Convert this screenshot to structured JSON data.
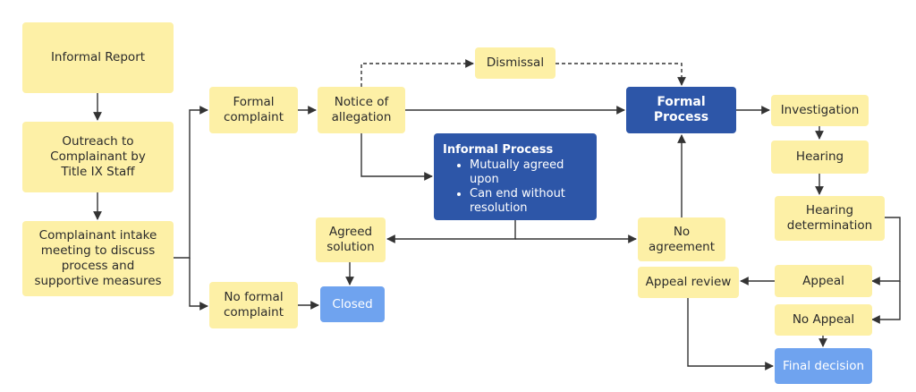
{
  "nodes": {
    "informal_report": "Informal Report",
    "outreach": [
      "Outreach to",
      "Complainant by",
      "Title IX Staff"
    ],
    "intake": [
      "Complainant intake",
      "meeting to discuss",
      "process and",
      "supportive measures"
    ],
    "formal_complaint": [
      "Formal",
      "complaint"
    ],
    "no_formal_complaint": [
      "No formal",
      "complaint"
    ],
    "notice_of_allegation": [
      "Notice of",
      "allegation"
    ],
    "dismissal": "Dismissal",
    "informal_process": {
      "title": "Informal Process",
      "bullets": [
        "Mutually agreed upon",
        "Can end without resolution"
      ]
    },
    "agreed_solution": [
      "Agreed",
      "solution"
    ],
    "closed": "Closed",
    "formal_process": [
      "Formal",
      "Process"
    ],
    "no_agreement": [
      "No",
      "agreement"
    ],
    "investigation": "Investigation",
    "hearing": "Hearing",
    "hearing_determination": [
      "Hearing",
      "determination"
    ],
    "appeal": "Appeal",
    "no_appeal": "No Appeal",
    "appeal_review": "Appeal review",
    "final_decision": "Final decision"
  },
  "colors": {
    "node_fill": "#fdf0a6",
    "process_fill": "#2d56a8",
    "terminal_fill": "#6fa3ef",
    "line": "#333333"
  }
}
